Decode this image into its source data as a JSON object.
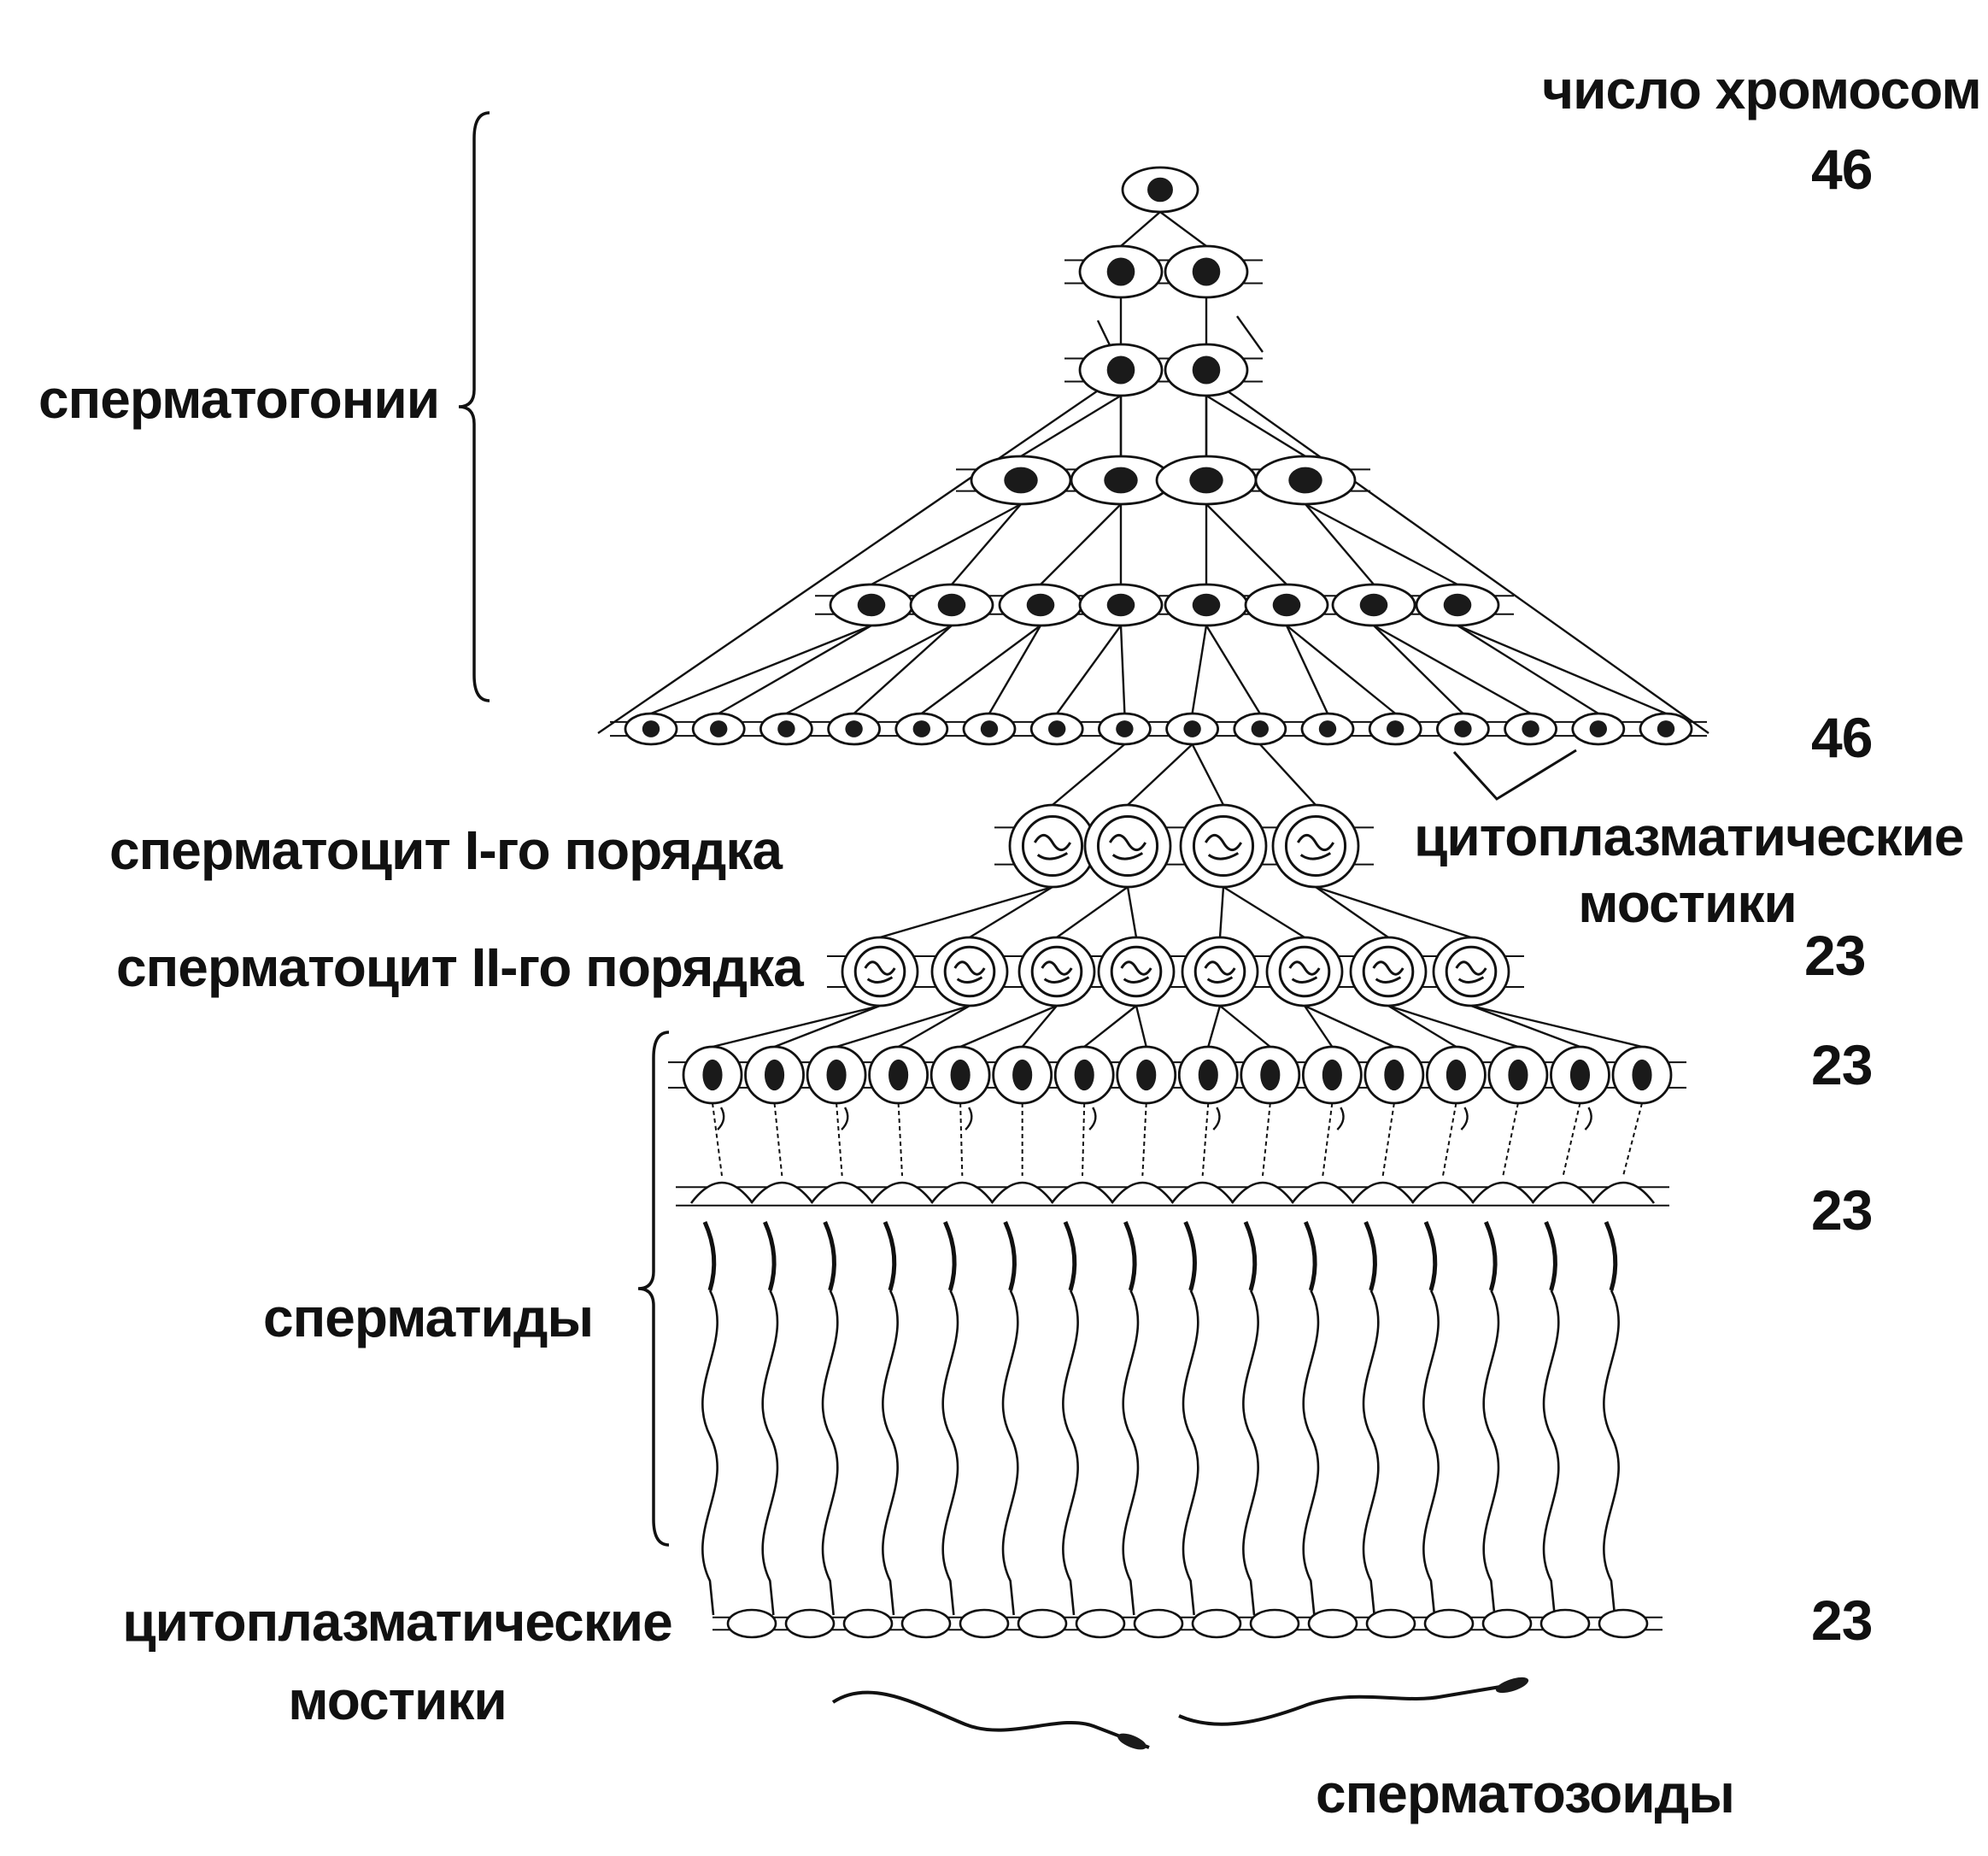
{
  "header": {
    "chromosome_count_title": "число хромосом"
  },
  "stage_labels": {
    "spermatogonia": "сперматогонии",
    "primary_spermatocyte": "сперматоцит I-го порядка",
    "secondary_spermatocyte": "сперматоцит II-го порядка",
    "spermatids": "сперматиды",
    "spermatozoa": "сперматозоиды"
  },
  "bridges_label_right": {
    "line1": "цитоплазматические",
    "line2": "мостики"
  },
  "bridges_label_left": {
    "line1": "цитоплазматические",
    "line2": "мостики"
  },
  "chromosome_numbers": {
    "spermatogonium_top": "46",
    "spermatogonia_bottom": "46",
    "spermatocyte_2": "23",
    "spermatid_round": "23",
    "spermatid_elongating": "23",
    "spermatid_chain": "23"
  },
  "tree": {
    "rows": [
      {
        "stage": "spermatogonium",
        "cells": 1
      },
      {
        "stage": "spermatogonium",
        "cells": 2
      },
      {
        "stage": "spermatogonium",
        "cells": 2
      },
      {
        "stage": "spermatogonium",
        "cells": 4
      },
      {
        "stage": "spermatogonium",
        "cells": 8
      },
      {
        "stage": "spermatogonium",
        "cells": 16
      },
      {
        "stage": "primary_spermatocyte",
        "cells": 4
      },
      {
        "stage": "secondary_spermatocyte",
        "cells": 8
      },
      {
        "stage": "round_spermatid",
        "cells": 16
      },
      {
        "stage": "elongating_spermatid",
        "cells": 16
      },
      {
        "stage": "bridge_chain",
        "cells": 16
      },
      {
        "stage": "spermatozoon",
        "cells": 2
      }
    ]
  },
  "colors": {
    "ink": "#111111",
    "nucleus": "#1a1a1a",
    "background": "#ffffff"
  }
}
